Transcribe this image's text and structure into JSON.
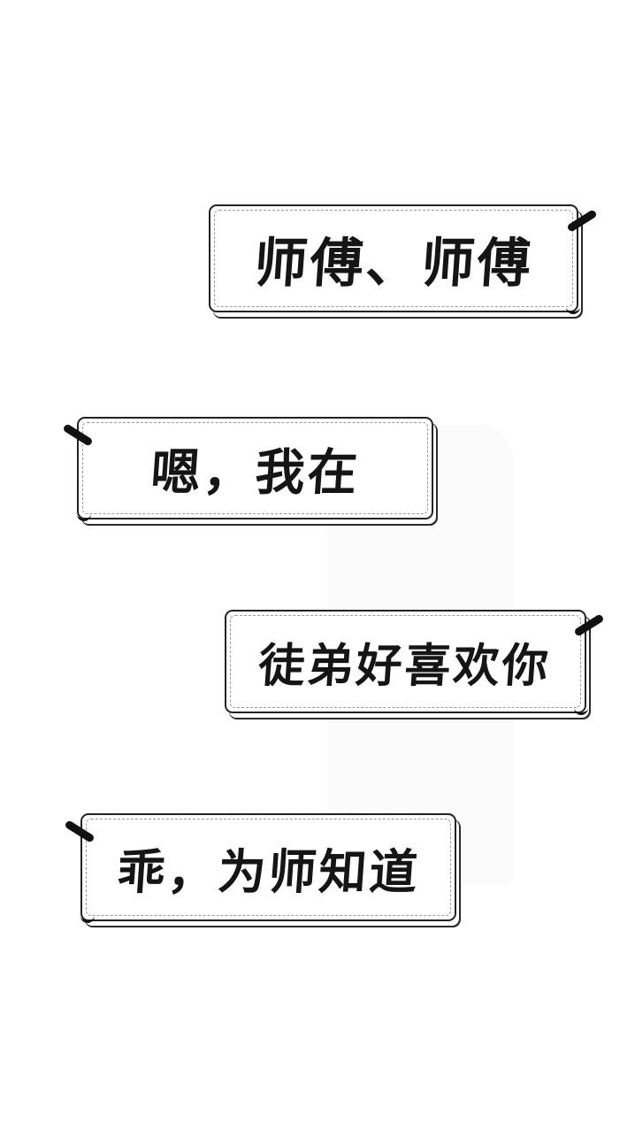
{
  "messages": [
    {
      "side": "right",
      "text": "师傅、师傅"
    },
    {
      "side": "left",
      "text": "嗯，我在"
    },
    {
      "side": "right",
      "text": "徒弟好喜欢你"
    },
    {
      "side": "left",
      "text": "乖，为师知道"
    }
  ]
}
